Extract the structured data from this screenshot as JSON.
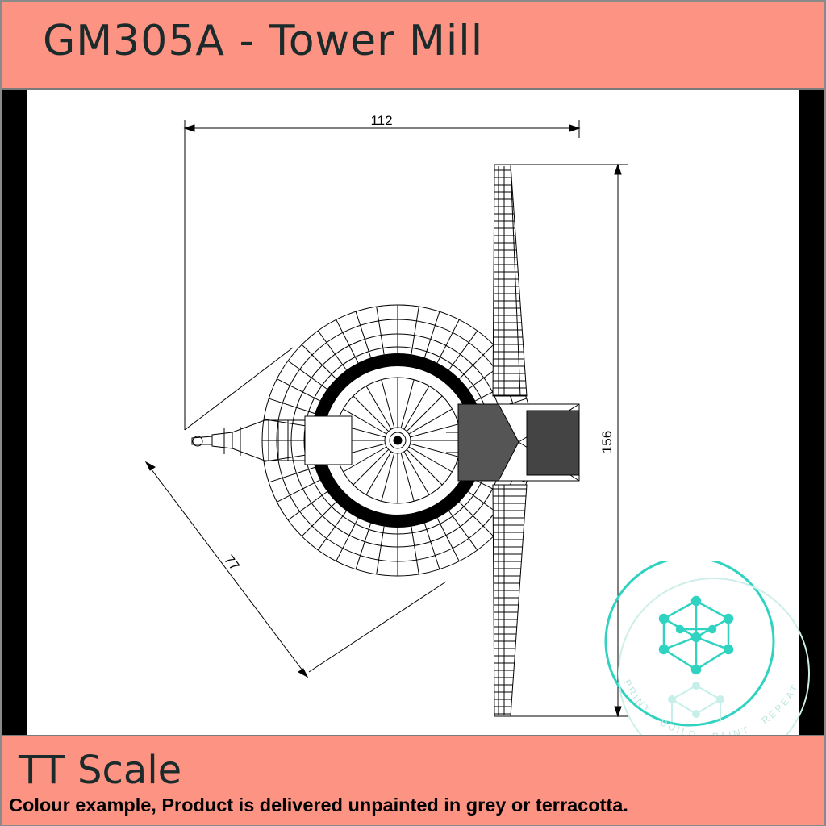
{
  "header": {
    "title": "GM305A - Tower Mill"
  },
  "dimensions": {
    "width": "112",
    "height": "156",
    "diagonal": "77"
  },
  "footer": {
    "scale": "TT Scale",
    "note": "Colour example, Product is delivered unpainted in grey or terracotta."
  },
  "logo": {
    "icon": "lattice-cube-logo-icon",
    "ring_text": "PRINT . BUILD . PAINT . REPEAT",
    "color": "#2fd3c0"
  },
  "colors": {
    "banner": "#fc9383",
    "line": "#000000"
  }
}
